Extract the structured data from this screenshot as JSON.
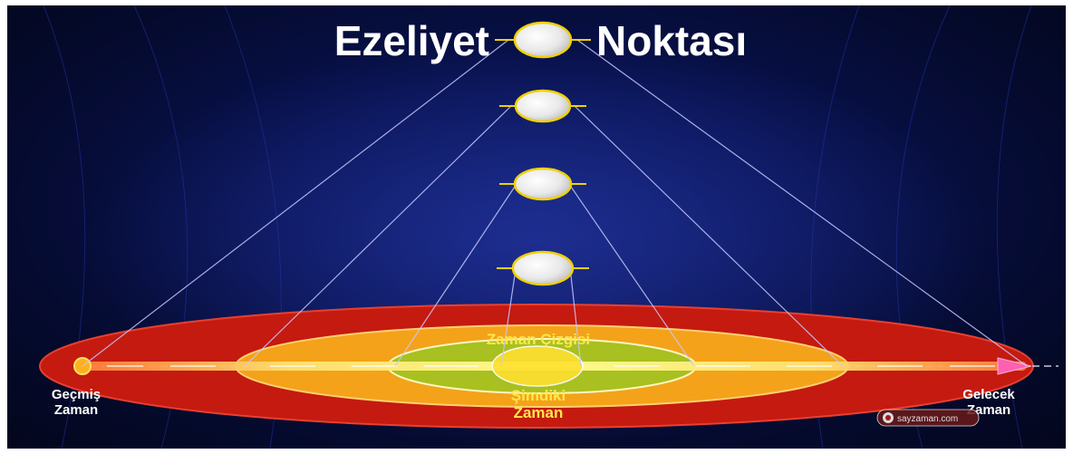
{
  "title_left": "Ezeliyet",
  "title_right": "Noktası",
  "timeline_label": "Zaman Çizgisi",
  "present_label_line1": "Şimdiki",
  "present_label_line2": "Zaman",
  "past_label_line1": "Geçmiş",
  "past_label_line2": "Zaman",
  "future_label_line1": "Gelecek",
  "future_label_line2": "Zaman",
  "watermark": "sayzaman.com",
  "colors": {
    "background": "#071150",
    "outer_ring": "#c41a10",
    "middle_ring": "#f4a21a",
    "inner_ring": "#a8c020",
    "timeline": "#ffe96a",
    "node_fill": "#f2f2f2",
    "node_stroke": "#f0d000",
    "projection_lines": "#c8c8ff"
  }
}
